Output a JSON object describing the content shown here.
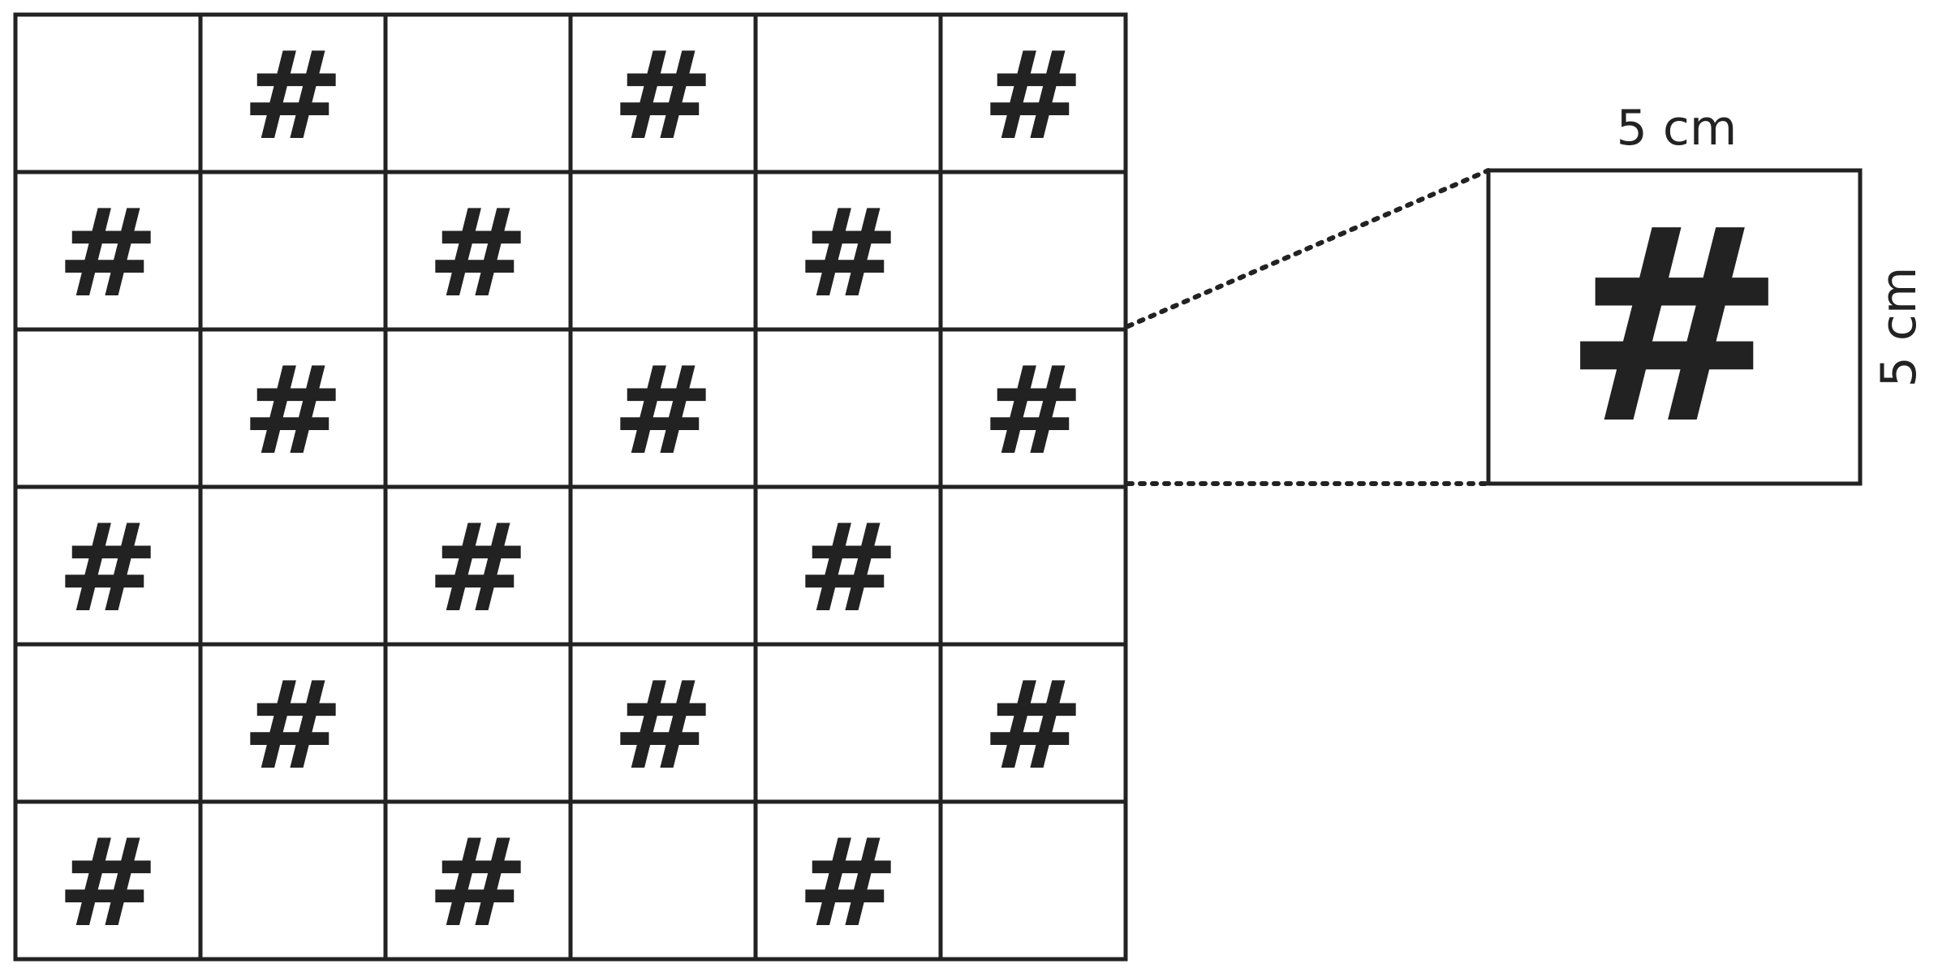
{
  "grid": {
    "rows": 6,
    "cols": 6,
    "symbol": "#",
    "pattern": [
      [
        false,
        true,
        false,
        true,
        false,
        true
      ],
      [
        true,
        false,
        true,
        false,
        true,
        false
      ],
      [
        false,
        true,
        false,
        true,
        false,
        true
      ],
      [
        true,
        false,
        true,
        false,
        true,
        false
      ],
      [
        false,
        true,
        false,
        true,
        false,
        true
      ],
      [
        true,
        false,
        true,
        false,
        true,
        false
      ]
    ]
  },
  "zoom": {
    "symbol": "#",
    "width_label": "5 cm",
    "height_label": "5 cm"
  },
  "colors": {
    "line": "#222222",
    "background": "#ffffff"
  }
}
